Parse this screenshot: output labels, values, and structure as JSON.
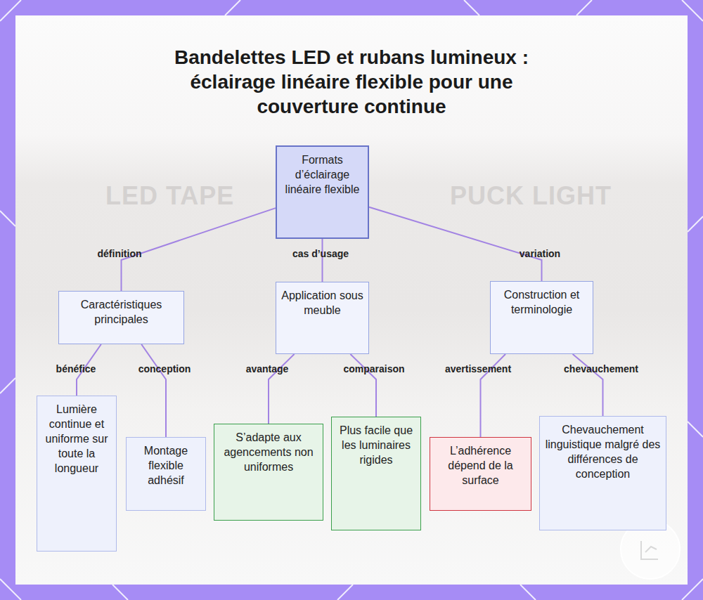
{
  "diagram": {
    "title": "Bandelettes LED et rubans lumineux : éclairage linéaire flexible pour une couverture continue",
    "nodes": [
      {
        "text": [
          "Formats d’éclairage linéaire flexible"
        ]
      },
      {
        "text": [
          "Caractéristiques principales"
        ]
      },
      {
        "text": [
          "Application sous meuble"
        ]
      },
      {
        "text": [
          "Construction et terminologie"
        ]
      },
      {
        "text": [
          "Lumière continue et uniforme sur toute la longueur"
        ]
      },
      {
        "text": [
          "Montage flexible adhésif"
        ]
      },
      {
        "text": [
          "S’adapte aux agencements non uniformes"
        ]
      },
      {
        "text": [
          "Plus facile que les luminaires rigides"
        ]
      },
      {
        "text": [
          "L’adhérence dépend de la surface"
        ]
      },
      {
        "text": [
          "Chevauchement linguistique malgré des différences de conception"
        ]
      }
    ],
    "edges": [
      {
        "from": 0,
        "to": 1,
        "label": "définition",
        "arrow": "none"
      },
      {
        "from": 0,
        "to": 2,
        "label": "cas d’usage",
        "arrow": "none"
      },
      {
        "from": 0,
        "to": 3,
        "label": "variation",
        "arrow": "none"
      },
      {
        "from": 1,
        "to": 4,
        "label": "bénéfice",
        "arrow": "none"
      },
      {
        "from": 1,
        "to": 5,
        "label": "conception",
        "arrow": "none"
      },
      {
        "from": 2,
        "to": 6,
        "label": "avantage",
        "arrow": "none"
      },
      {
        "from": 2,
        "to": 7,
        "label": "comparaison",
        "arrow": "none"
      },
      {
        "from": 3,
        "to": 8,
        "label": "avertissement",
        "arrow": "none"
      },
      {
        "from": 3,
        "to": 9,
        "label": "chevauchement",
        "arrow": "none"
      }
    ],
    "labels": [
      "LED TAPE",
      "PUCK LIGHT"
    ]
  }
}
